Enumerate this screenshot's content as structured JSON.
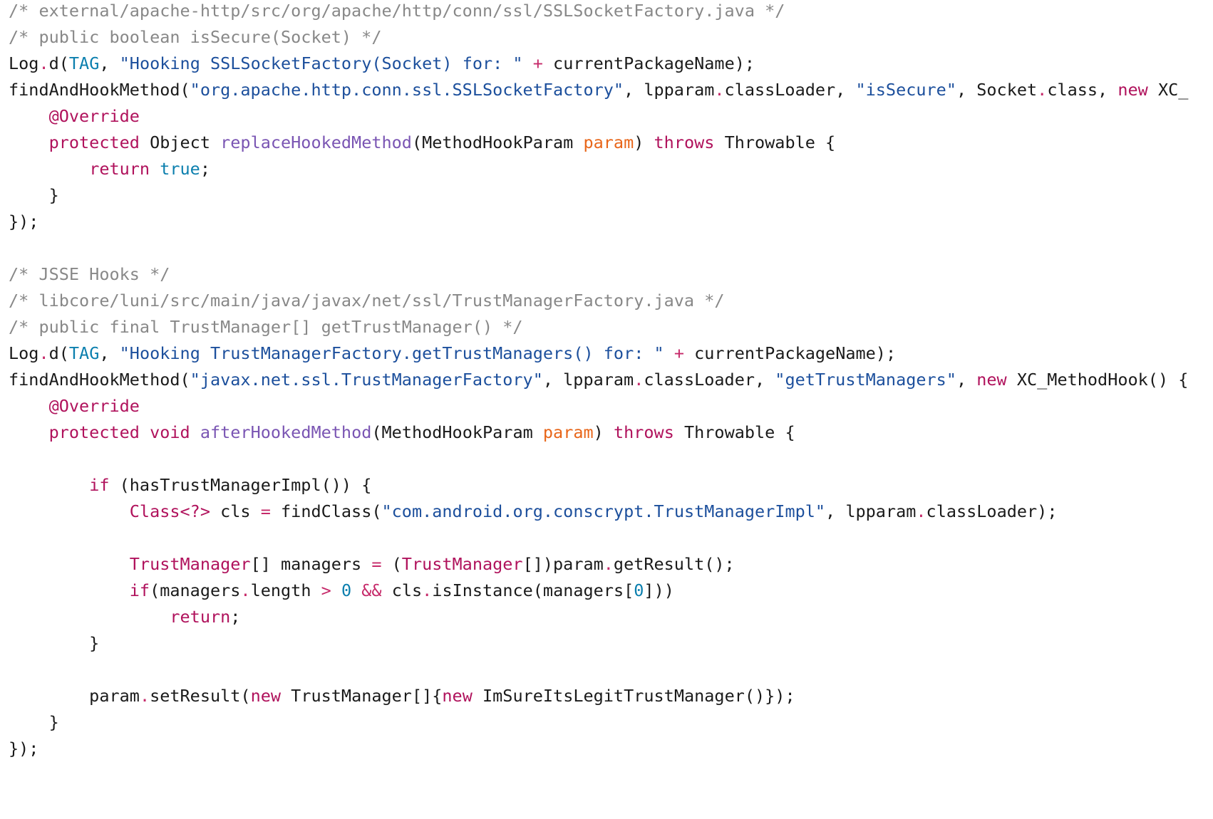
{
  "colors": {
    "background": "#ffffff",
    "plain": "#1a1a1a",
    "comment": "#888888",
    "string": "#1c4f9c",
    "keyword": "#b0125c",
    "constant": "#0b7fae",
    "method": "#7a55b3",
    "parameter": "#e8661a",
    "operator": "#c62a6a"
  },
  "lines": [
    [
      [
        "/* external/apache-http/src/org/apache/http/conn/ssl/SSLSocketFactory.java */",
        "comment"
      ]
    ],
    [
      [
        "/* public boolean isSecure(Socket) */",
        "comment"
      ]
    ],
    [
      [
        "Log",
        "plain"
      ],
      [
        ".",
        "op"
      ],
      [
        "d(",
        "plain"
      ],
      [
        "TAG",
        "const"
      ],
      [
        ", ",
        "plain"
      ],
      [
        "\"Hooking SSLSocketFactory(Socket) for: \"",
        "string"
      ],
      [
        " ",
        "plain"
      ],
      [
        "+",
        "op"
      ],
      [
        " currentPackageName);",
        "plain"
      ]
    ],
    [
      [
        "findAndHookMethod(",
        "plain"
      ],
      [
        "\"org.apache.http.conn.ssl.SSLSocketFactory\"",
        "string"
      ],
      [
        ", lpparam",
        "plain"
      ],
      [
        ".",
        "op"
      ],
      [
        "classLoader, ",
        "plain"
      ],
      [
        "\"isSecure\"",
        "string"
      ],
      [
        ", Socket",
        "plain"
      ],
      [
        ".",
        "op"
      ],
      [
        "class, ",
        "plain"
      ],
      [
        "new",
        "keyword"
      ],
      [
        " XC_",
        "plain"
      ]
    ],
    [
      [
        "    ",
        "plain"
      ],
      [
        "@Override",
        "keyword"
      ]
    ],
    [
      [
        "    ",
        "plain"
      ],
      [
        "protected",
        "keyword"
      ],
      [
        " Object ",
        "plain"
      ],
      [
        "replaceHookedMethod",
        "method"
      ],
      [
        "(MethodHookParam ",
        "plain"
      ],
      [
        "param",
        "param"
      ],
      [
        ") ",
        "plain"
      ],
      [
        "throws",
        "keyword"
      ],
      [
        " Throwable {",
        "plain"
      ]
    ],
    [
      [
        "        ",
        "plain"
      ],
      [
        "return",
        "keyword"
      ],
      [
        " ",
        "plain"
      ],
      [
        "true",
        "const"
      ],
      [
        ";",
        "plain"
      ]
    ],
    [
      [
        "    }",
        "plain"
      ]
    ],
    [
      [
        "});",
        "plain"
      ]
    ],
    [],
    [
      [
        "/* JSSE Hooks */",
        "comment"
      ]
    ],
    [
      [
        "/* libcore/luni/src/main/java/javax/net/ssl/TrustManagerFactory.java */",
        "comment"
      ]
    ],
    [
      [
        "/* public final TrustManager[] getTrustManager() */",
        "comment"
      ]
    ],
    [
      [
        "Log",
        "plain"
      ],
      [
        ".",
        "op"
      ],
      [
        "d(",
        "plain"
      ],
      [
        "TAG",
        "const"
      ],
      [
        ", ",
        "plain"
      ],
      [
        "\"Hooking TrustManagerFactory.getTrustManagers() for: \"",
        "string"
      ],
      [
        " ",
        "plain"
      ],
      [
        "+",
        "op"
      ],
      [
        " currentPackageName);",
        "plain"
      ]
    ],
    [
      [
        "findAndHookMethod(",
        "plain"
      ],
      [
        "\"javax.net.ssl.TrustManagerFactory\"",
        "string"
      ],
      [
        ", lpparam",
        "plain"
      ],
      [
        ".",
        "op"
      ],
      [
        "classLoader, ",
        "plain"
      ],
      [
        "\"getTrustManagers\"",
        "string"
      ],
      [
        ", ",
        "plain"
      ],
      [
        "new",
        "keyword"
      ],
      [
        " XC_MethodHook() {",
        "plain"
      ]
    ],
    [
      [
        "    ",
        "plain"
      ],
      [
        "@Override",
        "keyword"
      ]
    ],
    [
      [
        "    ",
        "plain"
      ],
      [
        "protected",
        "keyword"
      ],
      [
        " ",
        "plain"
      ],
      [
        "void",
        "keyword"
      ],
      [
        " ",
        "plain"
      ],
      [
        "afterHookedMethod",
        "method"
      ],
      [
        "(MethodHookParam ",
        "plain"
      ],
      [
        "param",
        "param"
      ],
      [
        ") ",
        "plain"
      ],
      [
        "throws",
        "keyword"
      ],
      [
        " Throwable {",
        "plain"
      ]
    ],
    [],
    [
      [
        "        ",
        "plain"
      ],
      [
        "if",
        "keyword"
      ],
      [
        " (hasTrustManagerImpl()) {",
        "plain"
      ]
    ],
    [
      [
        "            ",
        "plain"
      ],
      [
        "Class<?>",
        "keyword"
      ],
      [
        " cls ",
        "plain"
      ],
      [
        "=",
        "op"
      ],
      [
        " findClass(",
        "plain"
      ],
      [
        "\"com.android.org.conscrypt.TrustManagerImpl\"",
        "string"
      ],
      [
        ", lpparam",
        "plain"
      ],
      [
        ".",
        "op"
      ],
      [
        "classLoader);",
        "plain"
      ]
    ],
    [],
    [
      [
        "            ",
        "plain"
      ],
      [
        "TrustManager",
        "keyword"
      ],
      [
        "[] managers ",
        "plain"
      ],
      [
        "=",
        "op"
      ],
      [
        " (",
        "plain"
      ],
      [
        "TrustManager",
        "keyword"
      ],
      [
        "[])param",
        "plain"
      ],
      [
        ".",
        "op"
      ],
      [
        "getResult();",
        "plain"
      ]
    ],
    [
      [
        "            ",
        "plain"
      ],
      [
        "if",
        "keyword"
      ],
      [
        "(managers",
        "plain"
      ],
      [
        ".",
        "op"
      ],
      [
        "length ",
        "plain"
      ],
      [
        ">",
        "op"
      ],
      [
        " ",
        "plain"
      ],
      [
        "0",
        "const"
      ],
      [
        " ",
        "plain"
      ],
      [
        "&&",
        "op"
      ],
      [
        " cls",
        "plain"
      ],
      [
        ".",
        "op"
      ],
      [
        "isInstance(managers[",
        "plain"
      ],
      [
        "0",
        "const"
      ],
      [
        "]))",
        "plain"
      ]
    ],
    [
      [
        "                ",
        "plain"
      ],
      [
        "return",
        "keyword"
      ],
      [
        ";",
        "plain"
      ]
    ],
    [
      [
        "        }",
        "plain"
      ]
    ],
    [],
    [
      [
        "        param",
        "plain"
      ],
      [
        ".",
        "op"
      ],
      [
        "setResult(",
        "plain"
      ],
      [
        "new",
        "keyword"
      ],
      [
        " TrustManager[]{",
        "plain"
      ],
      [
        "new",
        "keyword"
      ],
      [
        " ImSureItsLegitTrustManager()});",
        "plain"
      ]
    ],
    [
      [
        "    }",
        "plain"
      ]
    ],
    [
      [
        "});",
        "plain"
      ]
    ]
  ]
}
